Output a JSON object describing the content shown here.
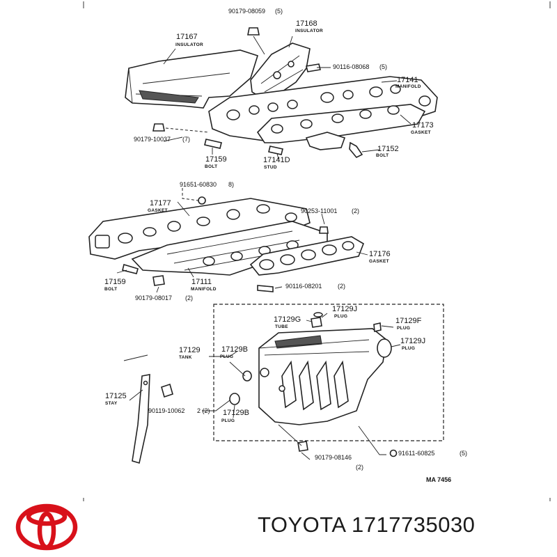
{
  "diagram": {
    "code": "MA 7456",
    "labels": {
      "l_90179_08059": "90179-08059",
      "q_5a": "(5)",
      "n_17168": "17168",
      "s_insulator2": "INSULATOR",
      "n_17167": "17167",
      "s_insulator1": "INSULATOR",
      "l_90116_08068": "90116-08068",
      "q_5b": "(5)",
      "n_17141": "17141",
      "s_manifold1": "MANIFOLD",
      "n_17173": "17173",
      "s_gasket1": "GASKET",
      "l_90179_10037": "90179-10037",
      "q_7": "(7)",
      "n_17159a": "17159",
      "s_bolt1": "BOLT",
      "n_17141d": "17141D",
      "s_stud": "STUD",
      "n_17152": "17152",
      "s_bolt2": "BOLT",
      "l_91651_60830": "91651-60830",
      "q_8": "8)",
      "n_17177": "17177",
      "s_gasket2": "GASKET",
      "l_90253_11001": "90253-11001",
      "q_2a": "(2)",
      "n_17176": "17176",
      "s_gasket3": "GASKET",
      "n_17159b": "17159",
      "s_bolt3": "BOLT",
      "n_17111": "17111",
      "s_manifold2": "MANIFOLD",
      "l_90116_08201": "90116-08201",
      "q_2b": "(2)",
      "l_90179_08017": "90179-08017",
      "q_2c": "(2)",
      "n_17129j1": "17129J",
      "s_plug1": "PLUG",
      "n_17129g": "17129G",
      "s_tube": "TUBE",
      "n_17129f": "17129F",
      "s_plug2": "PLUG",
      "n_17129j2": "17129J",
      "s_plug3": "PLUG",
      "n_17129": "17129",
      "s_tank": "TANK",
      "n_17129b1": "17129B",
      "s_plug4": "PLUG",
      "n_17125": "17125",
      "s_stay": "STAY",
      "l_90119_10062": "90119-10062",
      "q_2d": "2 (2)",
      "n_17129b2": "17129B",
      "s_plug5": "PLUG",
      "l_90179_08146": "90179-08146",
      "q_2e": "(2)",
      "l_91611_60825": "91611-60825",
      "q_5c": "(5)"
    }
  },
  "footer": {
    "brand": "TOYOTA",
    "part_number": "1717735030",
    "logo_icon": "toyota-logo-icon",
    "logo_color": "#d8111a"
  }
}
